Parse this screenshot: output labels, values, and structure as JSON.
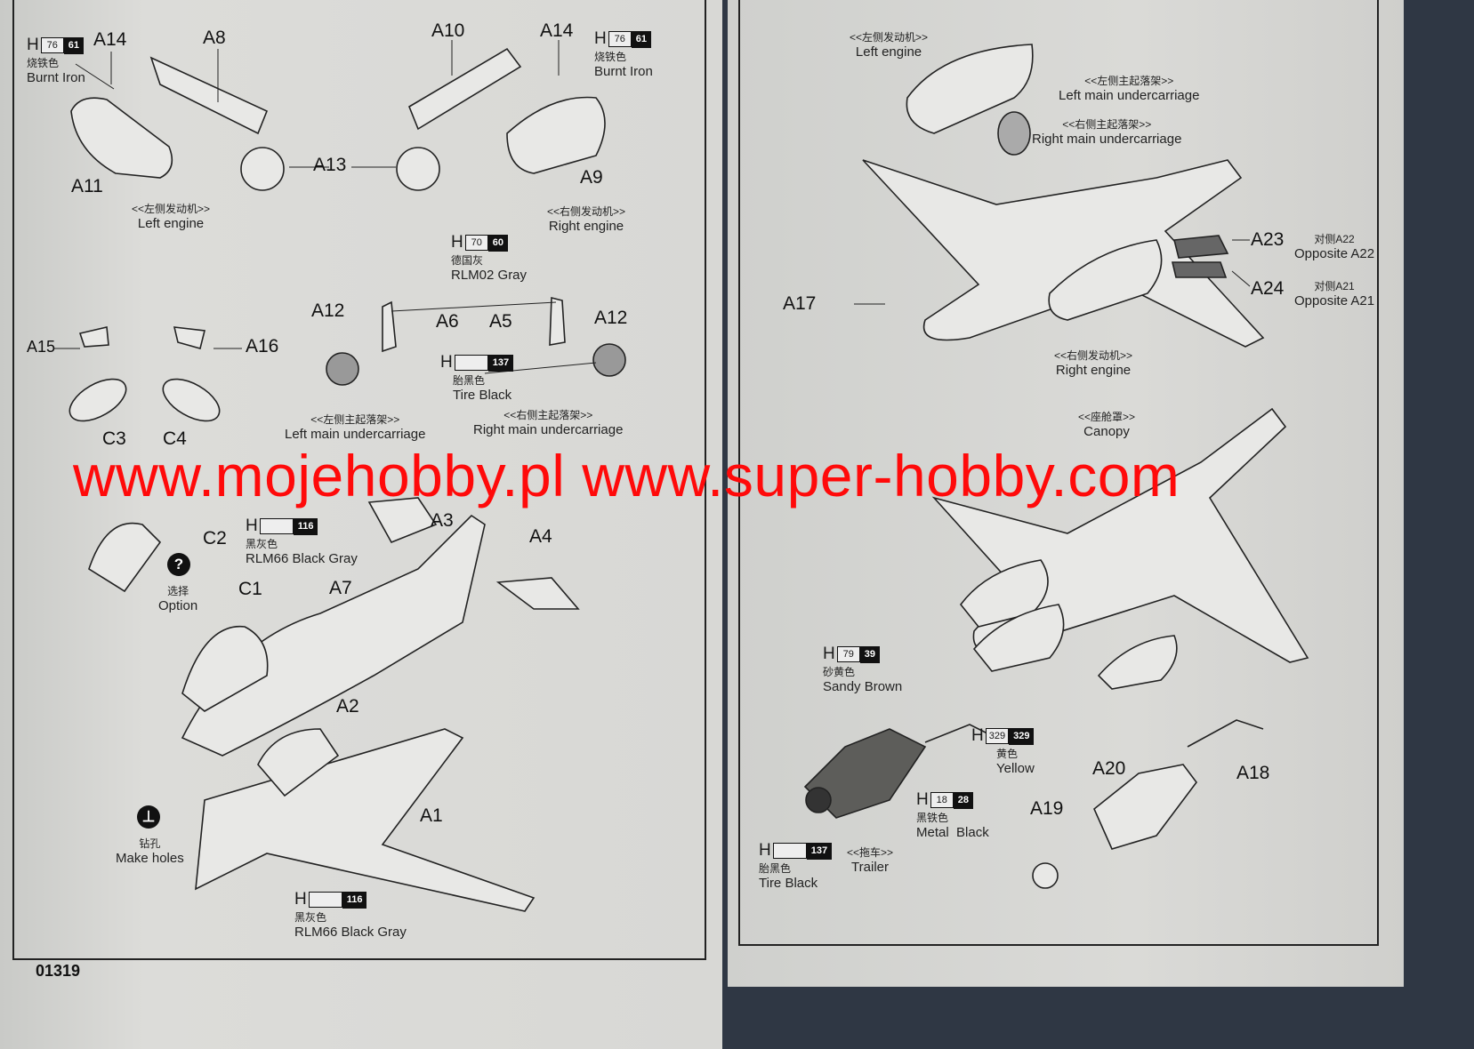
{
  "watermark": "www.mojehobby.pl www.super-hobby.com",
  "page_number": "01319",
  "left_page": {
    "parts": {
      "a14_left": "A14",
      "a8": "A8",
      "a11": "A11",
      "a13": "A13",
      "a10": "A10",
      "a14_right": "A14",
      "a9": "A9",
      "a12_left": "A12",
      "a6": "A6",
      "a5": "A5",
      "a12_right": "A12",
      "a15": "A15",
      "a16": "A16",
      "c3": "C3",
      "c4": "C4",
      "a3": "A3",
      "c2": "C2",
      "c1": "C1",
      "a7": "A7",
      "a4": "A4",
      "a2": "A2",
      "a1": "A1"
    },
    "paints": {
      "burnt_iron_left": {
        "prefix": "H",
        "code1": "76",
        "code2": "61",
        "cn": "烧铁色",
        "en": "Burnt Iron"
      },
      "burnt_iron_right": {
        "prefix": "H",
        "code1": "76",
        "code2": "61",
        "cn": "烧铁色",
        "en": "Burnt Iron"
      },
      "rlm02": {
        "prefix": "H",
        "code1": "70",
        "code2": "60",
        "cn": "德国灰",
        "en": "RLM02 Gray"
      },
      "tire_black": {
        "prefix": "H",
        "code1": "",
        "code2": "137",
        "cn": "胎黑色",
        "en": "Tire Black"
      },
      "rlm66_top": {
        "prefix": "H",
        "code1": "",
        "code2": "116",
        "cn": "黑灰色",
        "en": "RLM66 Black Gray"
      },
      "rlm66_bottom": {
        "prefix": "H",
        "code1": "",
        "code2": "116",
        "cn": "黑灰色",
        "en": "RLM66 Black Gray"
      }
    },
    "captions": {
      "left_engine": {
        "cn": "<<左侧发动机>>",
        "en": "Left engine"
      },
      "right_engine": {
        "cn": "<<右侧发动机>>",
        "en": "Right engine"
      },
      "left_uc": {
        "cn": "<<左侧主起落架>>",
        "en": "Left main undercarriage"
      },
      "right_uc": {
        "cn": "<<右侧主起落架>>",
        "en": "Right main undercarriage"
      }
    },
    "option": {
      "icon": "?",
      "cn": "选择",
      "en": "Option"
    },
    "make_holes": {
      "cn": "钻孔",
      "en": "Make holes"
    }
  },
  "right_page": {
    "parts": {
      "a23": "A23",
      "a24": "A24",
      "a17": "A17",
      "a20": "A20",
      "a18": "A18",
      "a19": "A19"
    },
    "opposite": {
      "a22": {
        "cn": "对侧A22",
        "en": "Opposite A22"
      },
      "a21": {
        "cn": "对侧A21",
        "en": "Opposite A21"
      }
    },
    "captions": {
      "left_engine": {
        "cn": "<<左侧发动机>>",
        "en": "Left engine"
      },
      "left_uc": {
        "cn": "<<左侧主起落架>>",
        "en": "Left main undercarriage"
      },
      "right_uc": {
        "cn": "<<右侧主起落架>>",
        "en": "Right main undercarriage"
      },
      "right_engine": {
        "cn": "<<右侧发动机>>",
        "en": "Right engine"
      },
      "canopy": {
        "cn": "<<座舱罩>>",
        "en": "Canopy"
      },
      "trailer": {
        "cn": "<<拖车>>",
        "en": "Trailer"
      }
    },
    "paints": {
      "sandy_brown": {
        "prefix": "H",
        "code1": "79",
        "code2": "39",
        "cn": "砂黄色",
        "en": "Sandy Brown"
      },
      "yellow": {
        "prefix": "H",
        "code1": "329",
        "code2": "329",
        "cn": "黄色",
        "en": "Yellow"
      },
      "metal_black": {
        "prefix": "H",
        "code1": "18",
        "code2": "28",
        "cn": "黑铁色",
        "en": "Metal  Black"
      },
      "tire_black": {
        "prefix": "H",
        "code1": "",
        "code2": "137",
        "cn": "胎黑色",
        "en": "Tire Black"
      }
    }
  }
}
